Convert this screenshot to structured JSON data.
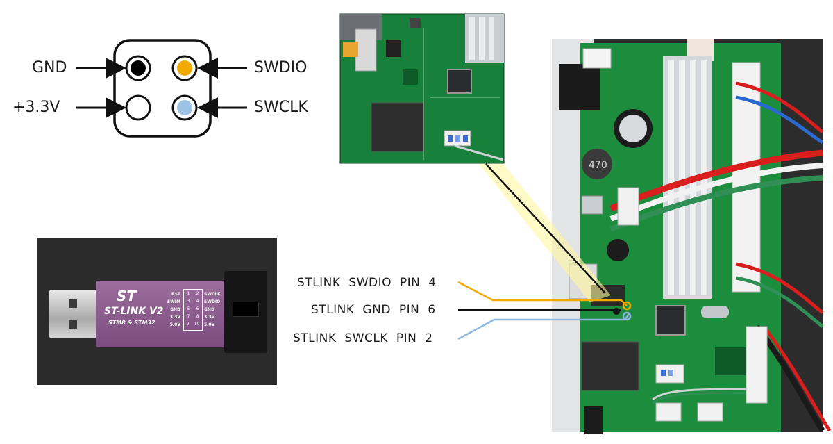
{
  "connector": {
    "left_labels": [
      "GND",
      "+3.3V"
    ],
    "right_labels": [
      "SWDIO",
      "SWCLK"
    ],
    "pin_colors": {
      "gnd": "#000000",
      "v33": "#ffffff",
      "swdio": "#f2a900",
      "swclk": "#9cc3e6"
    }
  },
  "stlink_device": {
    "name": "ST-LINK V2",
    "subtitle": "STM8 & STM32",
    "pinout_left": [
      "RST",
      "SWIM",
      "GND",
      "3.3V",
      "5.0V"
    ],
    "pinout_right": [
      "SWCLK",
      "SWDIO",
      "GND",
      "3.3V",
      "5.0V"
    ],
    "pin_numbers_left": [
      "1",
      "3",
      "5",
      "7",
      "9"
    ],
    "pin_numbers_right": [
      "2",
      "4",
      "6",
      "8",
      "10"
    ],
    "body_color": "#8a5d8c"
  },
  "wiring": [
    {
      "label": "STLINK SWDIO PIN 4",
      "color": "#f2a900"
    },
    {
      "label": "STLINK GND PIN 6",
      "color": "#000000"
    },
    {
      "label": "STLINK SWCLK PIN 2",
      "color": "#8fb8e0"
    }
  ],
  "board": {
    "inductor_marking": "470",
    "pcb_color": "#1f8a3a"
  }
}
